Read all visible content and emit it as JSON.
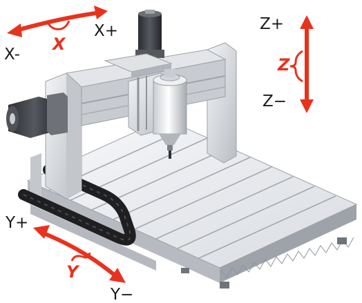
{
  "axes": {
    "x": {
      "name": "X",
      "plus": "X+",
      "minus": "X-"
    },
    "y": {
      "name": "Y",
      "plus": "Y+",
      "minus": "Y−"
    },
    "z": {
      "name": "Z",
      "plus": "Z+",
      "minus": "Z−"
    }
  },
  "colors": {
    "arrow": "#e8321e",
    "frame": "#d6d8dc",
    "frame_shadow": "#a9adb3",
    "motor": "#3a3c40",
    "bed": "#eceef1",
    "bed_slot": "#9aa0a8",
    "cable_chain": "#2a2a2a"
  }
}
